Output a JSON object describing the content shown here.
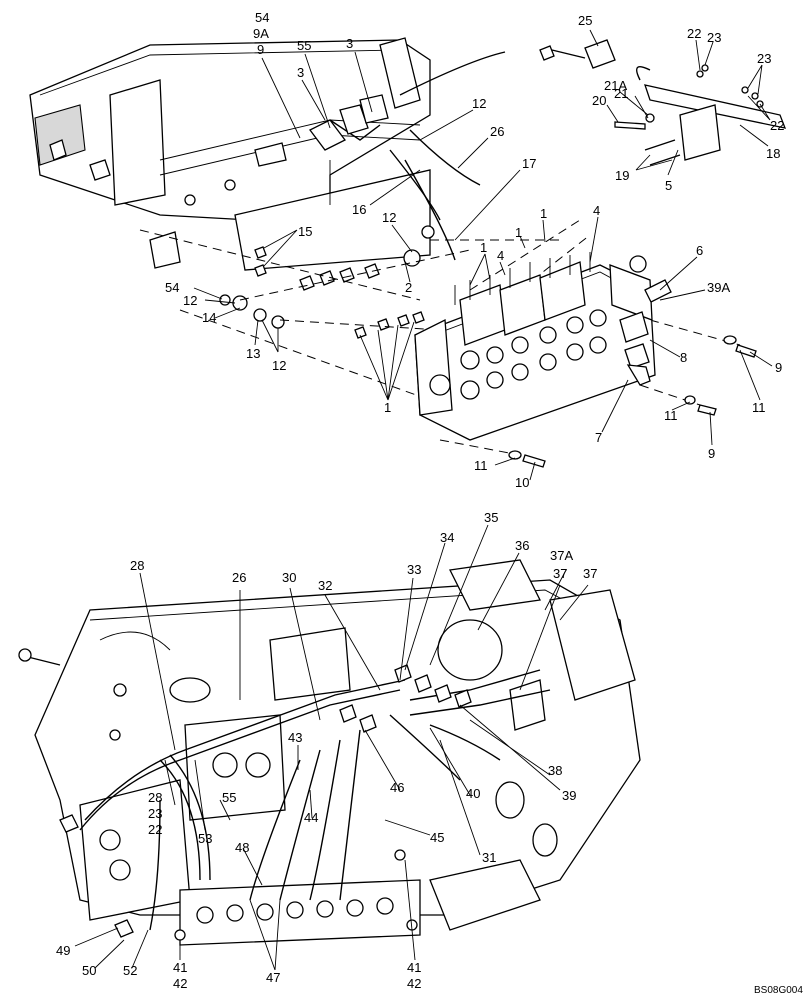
{
  "drawing_code": "BS08G004",
  "top_view": {
    "callouts": [
      "54",
      "9A",
      "9",
      "55",
      "3",
      "3",
      "12",
      "26",
      "17",
      "16",
      "12",
      "15",
      "1",
      "4",
      "1",
      "1",
      "4",
      "6",
      "39A",
      "54",
      "12",
      "14",
      "13",
      "12",
      "2",
      "8",
      "9",
      "1",
      "11",
      "7",
      "11",
      "9",
      "11",
      "10",
      "25",
      "22",
      "23",
      "23",
      "21A",
      "20",
      "21",
      "22",
      "18",
      "19",
      "5"
    ]
  },
  "bottom_view": {
    "callouts": [
      "35",
      "34",
      "36",
      "37A",
      "37",
      "37",
      "28",
      "26",
      "30",
      "32",
      "33",
      "43",
      "38",
      "39",
      "40",
      "46",
      "44",
      "45",
      "55",
      "53",
      "28",
      "23",
      "22",
      "31",
      "48",
      "49",
      "50",
      "52",
      "41",
      "42",
      "47",
      "41",
      "42"
    ]
  }
}
